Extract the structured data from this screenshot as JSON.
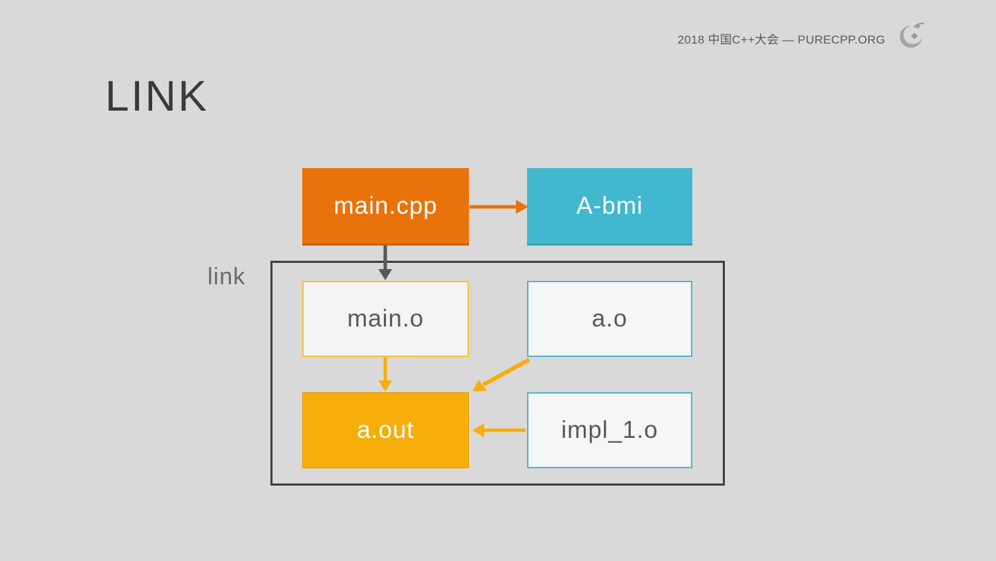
{
  "header": {
    "text": "2018 中国C++大会 — PURECPP.ORG",
    "logo": "purecpp-logo"
  },
  "title": "LINK",
  "diagram": {
    "group_label": "link",
    "nodes": [
      {
        "id": "main.cpp",
        "label": "main.cpp",
        "fill": "#E8730B",
        "text_color": "#FFFFFF"
      },
      {
        "id": "A-bmi",
        "label": "A-bmi",
        "fill": "#41B8CE",
        "text_color": "#FFFFFF"
      },
      {
        "id": "main.o",
        "label": "main.o",
        "fill": "#F4F4F4",
        "border": "#FFC028",
        "text_color": "#595959"
      },
      {
        "id": "a.o",
        "label": "a.o",
        "fill": "#F4F6F7",
        "border": "#4FB5C9",
        "text_color": "#595959"
      },
      {
        "id": "a.out",
        "label": "a.out",
        "fill": "#F7AD0A",
        "text_color": "#FFFFFF"
      },
      {
        "id": "impl_1.o",
        "label": "impl_1.o",
        "fill": "#F4F6F7",
        "border": "#4FB5C9",
        "text_color": "#595959"
      }
    ],
    "edges": [
      {
        "from": "main.cpp",
        "to": "A-bmi",
        "color": "#E8730B"
      },
      {
        "from": "main.cpp",
        "to": "main.o",
        "color": "#54585B"
      },
      {
        "from": "main.o",
        "to": "a.out",
        "color": "#F7AD0A"
      },
      {
        "from": "a.o",
        "to": "a.out",
        "color": "#F7AD0A"
      },
      {
        "from": "impl_1.o",
        "to": "a.out",
        "color": "#F7AD0A"
      }
    ]
  },
  "colors": {
    "background": "#D9D9D9",
    "container_border": "#3F3F3F",
    "title_text": "#3A3A3A",
    "header_text": "#595959",
    "logo_gray": "#9B9B9B"
  }
}
